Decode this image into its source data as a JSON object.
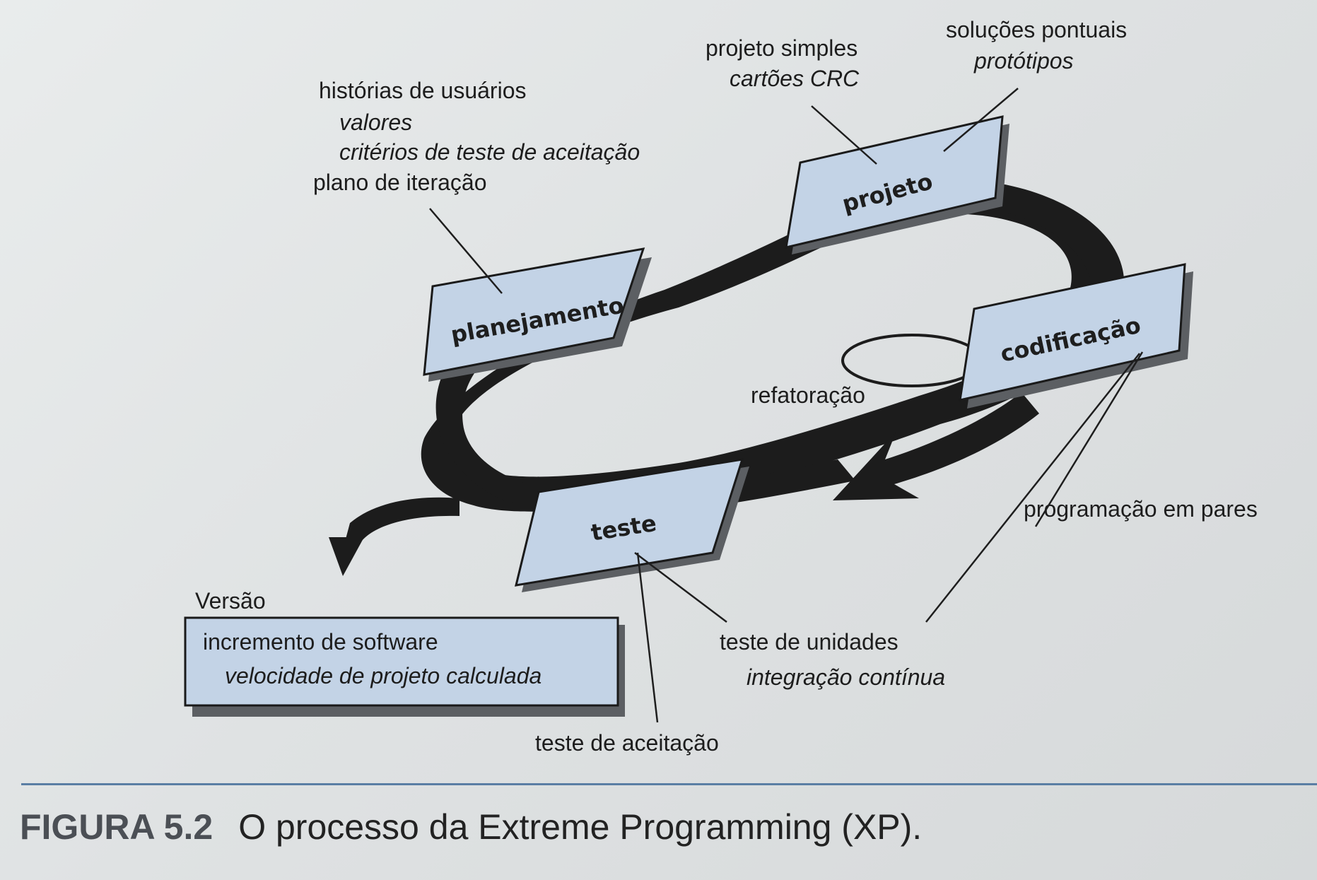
{
  "phases": {
    "planning": "planejamento",
    "design": "projeto",
    "coding": "codificação",
    "test": "teste"
  },
  "annotations": {
    "planning_notes": [
      "histórias de usuários",
      "valores",
      "critérios de teste de aceitação",
      "plano de iteração"
    ],
    "design_notes": [
      "projeto simples",
      "cartões CRC"
    ],
    "spike_notes": [
      "soluções pontuais",
      "protótipos"
    ],
    "refactoring": "refatoração",
    "pair_programming": "programação em pares",
    "unit_test": [
      "teste de unidades",
      "integração contínua"
    ],
    "acceptance_test": "teste de aceitação"
  },
  "release": {
    "title": "Versão",
    "lines": [
      "incremento de software",
      "velocidade de projeto calculada"
    ]
  },
  "caption": {
    "number": "FIGURA 5.2",
    "text": "O processo da Extreme Programming (XP)."
  },
  "colors": {
    "box_fill": "#c3d3e6",
    "box_stroke": "#1a1a1a",
    "loop": "#1c1c1c",
    "shadow": "#5c5f63",
    "rule": "#5a7ea4"
  }
}
